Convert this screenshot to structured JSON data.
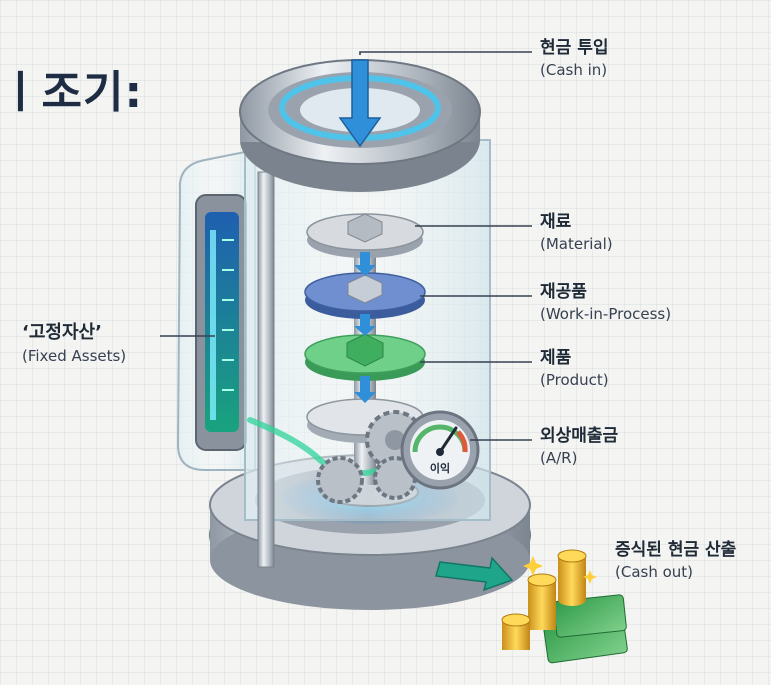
{
  "heading": "ㅣ조기:",
  "labels": {
    "cash_in": {
      "ko": "현금 투입",
      "en": "(Cash in)"
    },
    "material": {
      "ko": "재료",
      "en": "(Material)"
    },
    "wip": {
      "ko": "재공품",
      "en": "(Work-in-Process)"
    },
    "product": {
      "ko": "제품",
      "en": "(Product)"
    },
    "ar": {
      "ko": "외상매출금",
      "en": "(A/R)"
    },
    "fixed_assets": {
      "ko": "‘고정자산’",
      "en": "(Fixed Assets)"
    },
    "cash_out": {
      "ko": "증식된 현금 산출",
      "en": "(Cash out)"
    }
  },
  "gauge_label": "이익",
  "colors": {
    "material_disc": "#c9cdd2",
    "wip_disc": "#5b7fc4",
    "product_disc": "#5fbf7a",
    "ar_disc": "#d3d6da",
    "cash_out_arrow": "#1fa58a",
    "cash_in_arrow": "#2f8fd8"
  }
}
